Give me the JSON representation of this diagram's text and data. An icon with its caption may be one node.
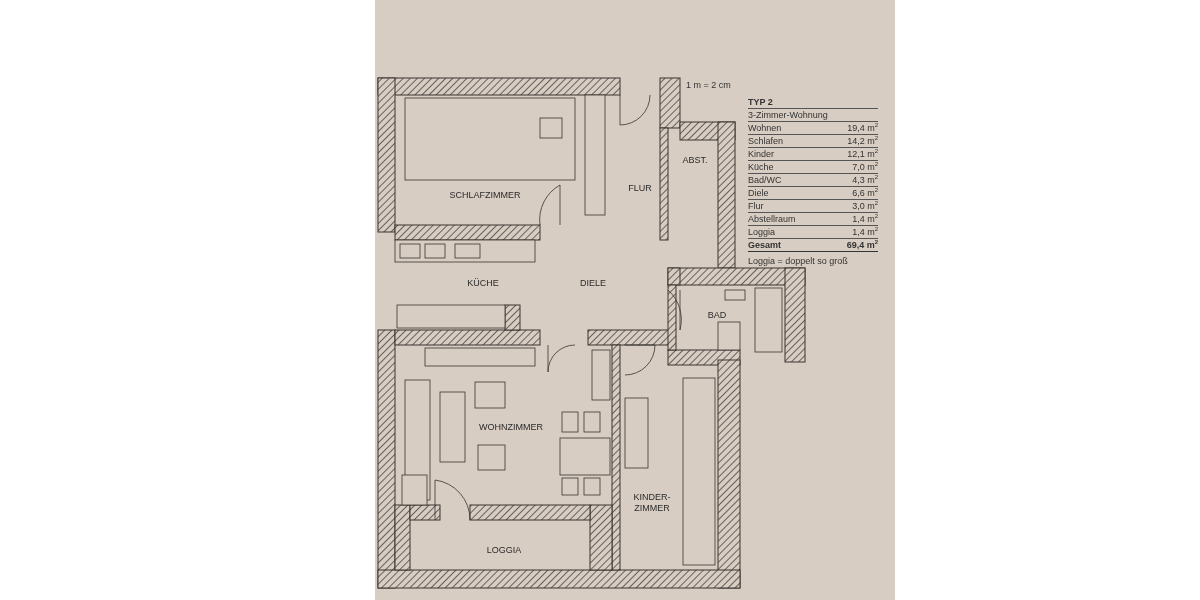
{
  "diagram": {
    "nodes": [
      {
        "text": [
          "SCHLAFZIMMER"
        ]
      },
      {
        "text": [
          "FLUR"
        ]
      },
      {
        "text": [
          "ABST."
        ]
      },
      {
        "text": [
          "KÜCHE"
        ]
      },
      {
        "text": [
          "DIELE"
        ]
      },
      {
        "text": [
          "BAD"
        ]
      },
      {
        "text": [
          "WOHNZIMMER"
        ]
      },
      {
        "text": [
          "KINDER- ZIMMER"
        ]
      },
      {
        "text": [
          "LOGGIA"
        ]
      }
    ],
    "edges": [],
    "labels": [
      "1 m = 2 cm",
      "TYP 2",
      "3-Zimmer-Wohnung",
      "Wohnen",
      "19,4 m$^{2}$",
      "Schlafen",
      "14,2 m$^{2}$",
      "Kinder",
      "12,1 m$^{2}$",
      "Küche",
      "7,0 m$^{2}$",
      "Bad/WC",
      "4,3 m$^{2}$",
      "Diele",
      "6,6 m$^{2}$",
      "Flur",
      "3,0 m$^{2}$",
      "Abstellraum",
      "1,4 m$^{2}$",
      "Loggia",
      "1,4 m$^{2}$",
      "Gesamt",
      "69,4 m$^{2}$",
      "Loggia = doppelt so groß"
    ]
  }
}
